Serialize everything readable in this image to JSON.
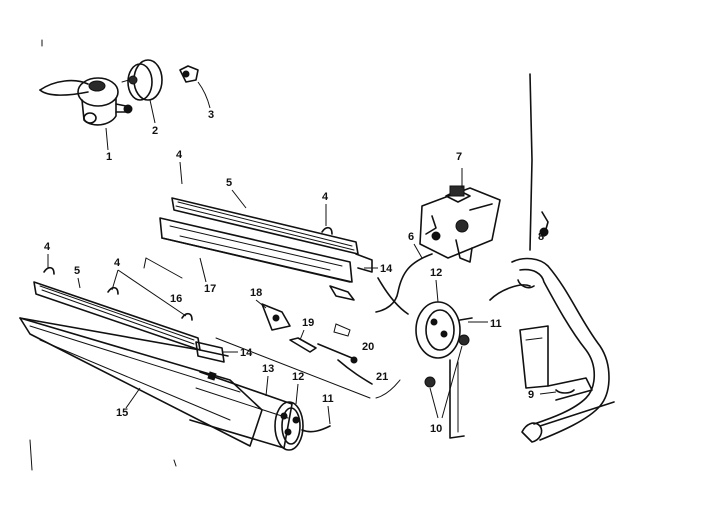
{
  "callouts": {
    "c1": "1",
    "c2": "2",
    "c3": "3",
    "c4a": "4",
    "c4b": "4",
    "c4c": "4",
    "c4d": "4",
    "c5a": "5",
    "c5b": "5",
    "c6": "6",
    "c7": "7",
    "c8": "8",
    "c9": "9",
    "c10": "10",
    "c11a": "11",
    "c11b": "11",
    "c12a": "12",
    "c12b": "12",
    "c13": "13",
    "c14a": "14",
    "c14b": "14",
    "c15": "15",
    "c16": "16",
    "c17": "17",
    "c18": "18",
    "c19": "19",
    "c20": "20",
    "c21": "21"
  }
}
